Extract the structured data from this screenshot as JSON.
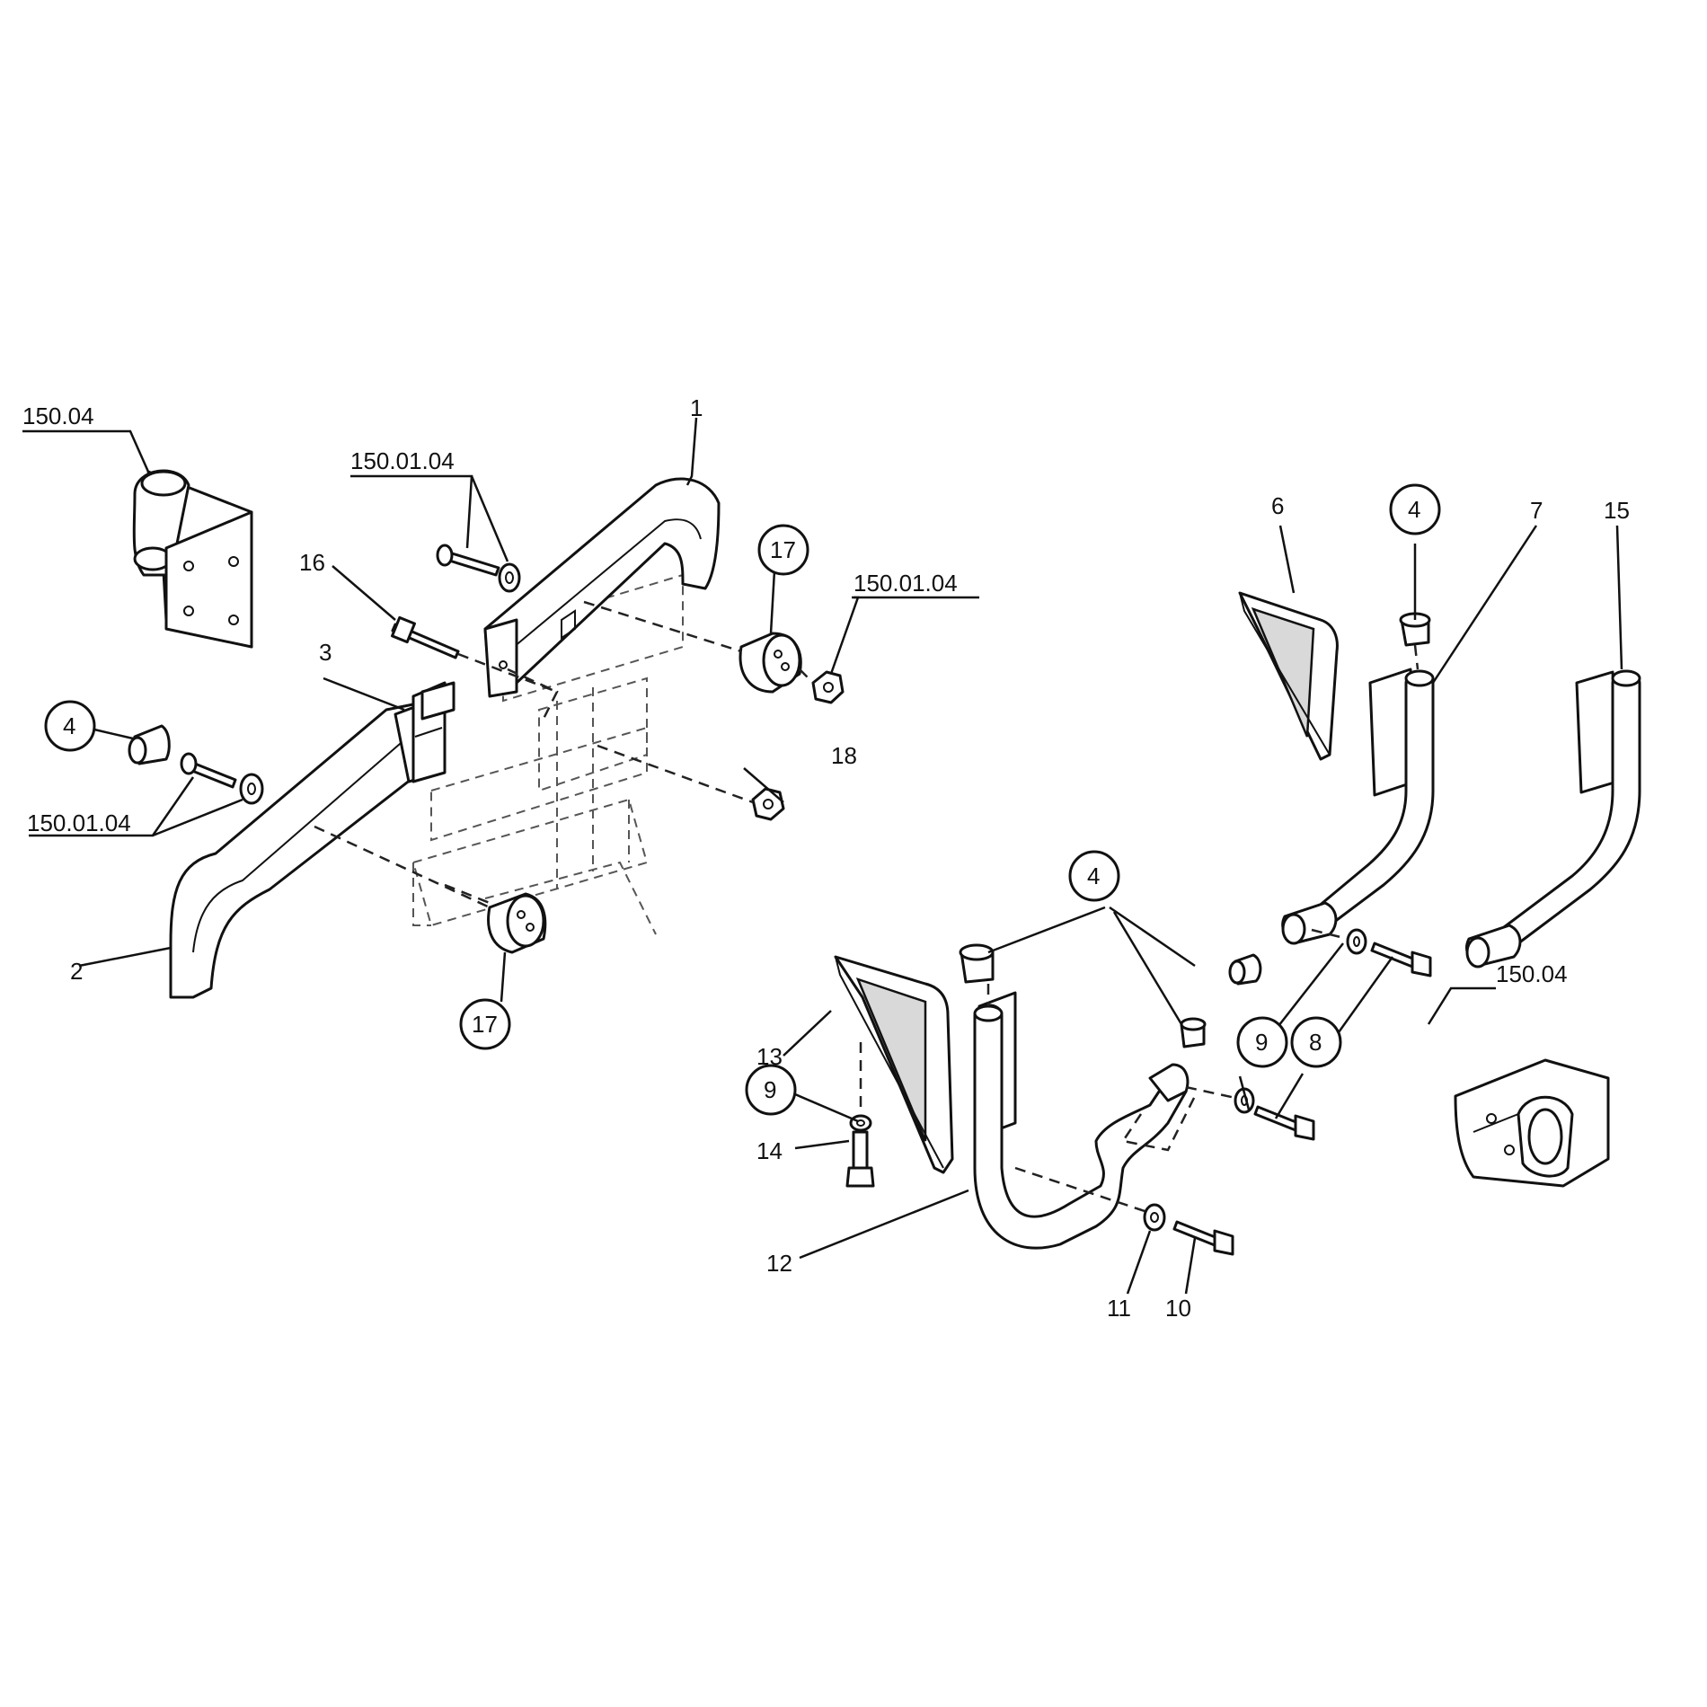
{
  "callouts": {
    "ref_150_04_top": "150.04",
    "ref_150_01_04_top": "150.01.04",
    "ref_150_01_04_right": "150.01.04",
    "ref_150_01_04_left": "150.01.04",
    "ref_150_04_right": "150.04",
    "n1": "1",
    "n2": "2",
    "n3": "3",
    "n4_left": "4",
    "n4_top": "4",
    "n4_mid": "4",
    "n6": "6",
    "n7": "7",
    "n8": "8",
    "n9_right": "9",
    "n9_left": "9",
    "n10": "10",
    "n11": "11",
    "n12": "12",
    "n13": "13",
    "n14": "14",
    "n15": "15",
    "n16": "16",
    "n17_top": "17",
    "n17_bottom": "17",
    "n18": "18"
  }
}
